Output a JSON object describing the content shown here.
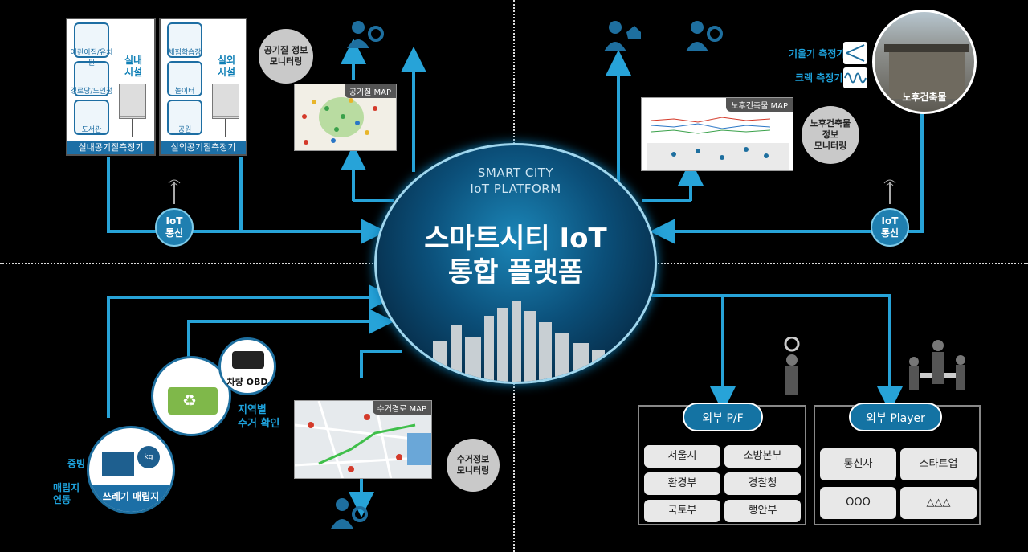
{
  "center": {
    "sub_line1": "SMART CITY",
    "sub_line2": "IoT PLATFORM",
    "main_line1": "스마트시티 IoT",
    "main_line2": "통합 플랫폼"
  },
  "air_quality": {
    "indoor_facilities": [
      "어린이집/유치원",
      "경로당/노인정",
      "도서관"
    ],
    "indoor_title": "실내\n시설",
    "indoor_meter": "실내공기질측정기",
    "outdoor_facilities": [
      "체험학습장",
      "놀이터",
      "공원"
    ],
    "outdoor_title": "실외\n시설",
    "outdoor_meter": "실외공기질측정기",
    "monitoring": "공기질 정보\n모니터링",
    "map_tag": "공기질 MAP",
    "iot": "IoT\n통신"
  },
  "old_building": {
    "tilt_sensor": "기울기 측정기",
    "crack_sensor": "크랙 측정기",
    "photo_label": "노후건축물",
    "map_tag": "노후건축물 MAP",
    "monitoring": "노후건축물\n정보\n모니터링",
    "iot": "IoT\n통신"
  },
  "waste": {
    "obd_label": "차량 OBD",
    "region_check": "지역별\n수거 확인",
    "proof": "증빙",
    "landfill_link": "매립지\n연동",
    "landfill_label": "쓰레기 매립지",
    "map_tag": "수거경로 MAP",
    "monitoring": "수거정보\n모니터링",
    "scale": "kg"
  },
  "external_pf": {
    "title": "외부 P/F",
    "tiles": [
      "서울시",
      "소방본부",
      "환경부",
      "경찰청",
      "국토부",
      "행안부"
    ]
  },
  "external_player": {
    "title": "외부 Player",
    "tiles": [
      "통신사",
      "스타트업",
      "OOO",
      "△△△"
    ]
  },
  "colors": {
    "accent": "#1e9ad0",
    "line": "#27a3d8",
    "panel_blue": "#1c6fa6"
  }
}
